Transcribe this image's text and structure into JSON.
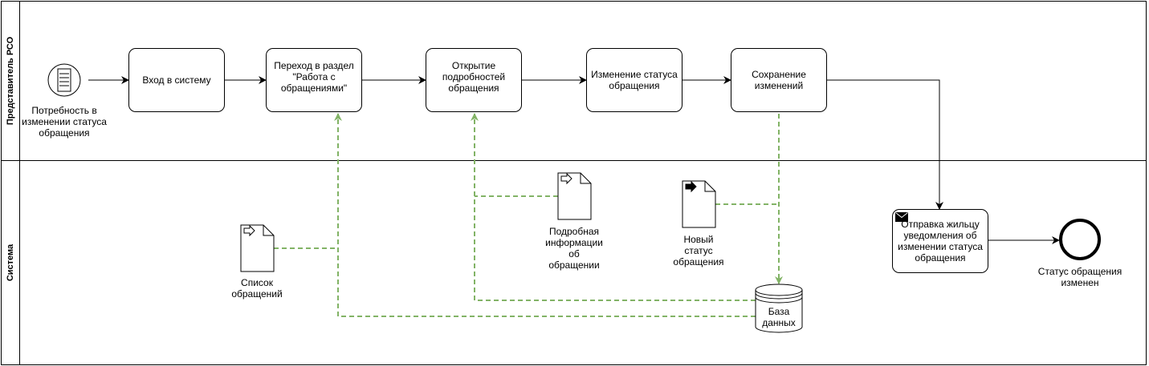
{
  "lanes": [
    {
      "title": "Представитель РСО"
    },
    {
      "title": "Система"
    }
  ],
  "start_event": {
    "label": "Потребность в\nизменении статуса\nобращения",
    "icon": "list-icon"
  },
  "tasks": [
    {
      "label": "Вход в систему"
    },
    {
      "label": "Переход в раздел\n\"Работа с\nобращениями\""
    },
    {
      "label": "Открытие\nподробностей\nобращения"
    },
    {
      "label": "Изменение статуса\nобращения"
    },
    {
      "label": "Сохранение\nизменений"
    },
    {
      "label": "Отправка жильцу\nуведомления об\nизменении статуса\nобращения",
      "icon": "envelope-icon"
    }
  ],
  "documents": [
    {
      "label": "Список\nобращений",
      "icon": "input-arrow-icon"
    },
    {
      "label": "Подробная\nинформации\nоб\nобращении",
      "icon": "input-arrow-icon"
    },
    {
      "label": "Новый\nстатус\nобращения",
      "icon": "output-arrow-icon"
    }
  ],
  "database": {
    "label": "База\nданных"
  },
  "end_event": {
    "label": "Статус обращения\nизменен"
  },
  "colors": {
    "line": "#000000",
    "association": "#82b366",
    "fill": "#ffffff"
  }
}
